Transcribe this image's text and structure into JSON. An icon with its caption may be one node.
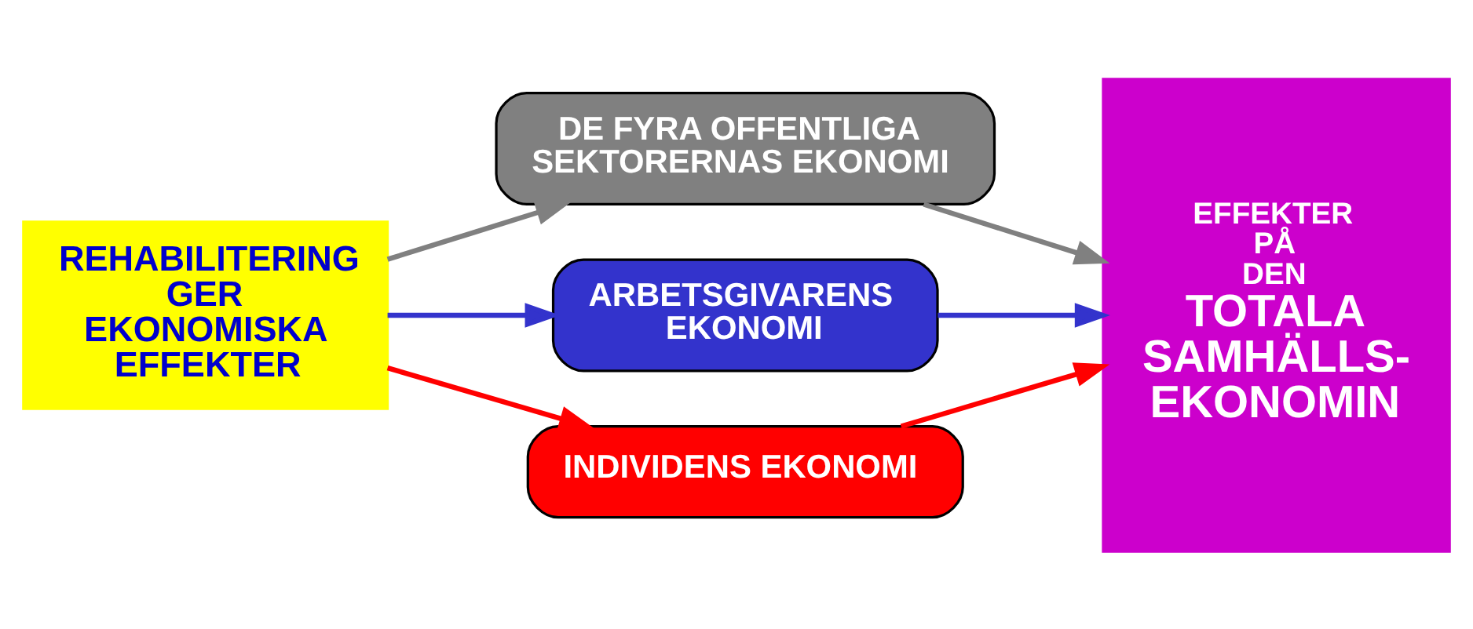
{
  "diagram": {
    "nodes": [
      {
        "text": [
          "REHABILITERING GER EKONOMISKA EFFEKTER"
        ]
      },
      {
        "text": [
          "DE FYRA OFFENTLIGA SEKTORERNAS EKONOMI"
        ]
      },
      {
        "text": [
          "ARBETSGIVARENS EKONOMI"
        ]
      },
      {
        "text": [
          "INDIVIDENS EKONOMI"
        ]
      },
      {
        "text": [
          "EFFEKTER PÅ DEN",
          "TOTALA SAMHÄLLS- EKONOMIN"
        ]
      }
    ],
    "edges": [
      {
        "from": 0,
        "to": 1,
        "arrow": "to",
        "color": "#808080"
      },
      {
        "from": 0,
        "to": 2,
        "arrow": "to",
        "color": "#3333cc"
      },
      {
        "from": 0,
        "to": 3,
        "arrow": "to",
        "color": "#ff0000"
      },
      {
        "from": 1,
        "to": 4,
        "arrow": "to",
        "color": "#808080"
      },
      {
        "from": 2,
        "to": 4,
        "arrow": "to",
        "color": "#3333cc"
      },
      {
        "from": 3,
        "to": 4,
        "arrow": "to",
        "color": "#ff0000"
      }
    ]
  }
}
